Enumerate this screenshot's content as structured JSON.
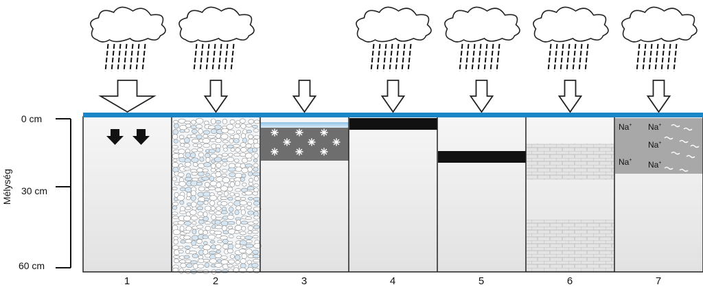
{
  "depth_axis": {
    "title": "Mélység",
    "ticks": [
      {
        "label": "0 cm",
        "depth_cm": 0
      },
      {
        "label": "30 cm",
        "depth_cm": 30
      },
      {
        "label": "60 cm",
        "depth_cm": 60
      }
    ]
  },
  "ion_symbol": "Na",
  "ion_charge": "+",
  "columns": [
    {
      "label": "1",
      "rain": true,
      "big_arrow": true,
      "fill": "gradient-light",
      "feature": "downward-arrows"
    },
    {
      "label": "2",
      "rain": true,
      "big_arrow": false,
      "fill": "pebbles",
      "feature": "pebbly-texture"
    },
    {
      "label": "3",
      "rain": false,
      "big_arrow": false,
      "fill": "gradient-light",
      "feature": "frozen-layer"
    },
    {
      "label": "4",
      "rain": true,
      "big_arrow": false,
      "fill": "gradient-light",
      "feature": "surface-crust"
    },
    {
      "label": "5",
      "rain": true,
      "big_arrow": false,
      "fill": "gradient-light",
      "feature": "buried-hardpan"
    },
    {
      "label": "6",
      "rain": true,
      "big_arrow": false,
      "fill": "gradient-light",
      "feature": "brick-layers"
    },
    {
      "label": "7",
      "rain": true,
      "big_arrow": false,
      "fill": "gradient-light",
      "feature": "sodic-layer"
    }
  ],
  "colors": {
    "water_line": "#1a86c8",
    "soil_light": "#f4f4f4",
    "soil_dark": "#e6e6e6",
    "frozen_layer": "#6e6e6e",
    "crust": "#111111",
    "sodic_layer": "#a8a8a8",
    "brick": "#e4e4e4"
  }
}
